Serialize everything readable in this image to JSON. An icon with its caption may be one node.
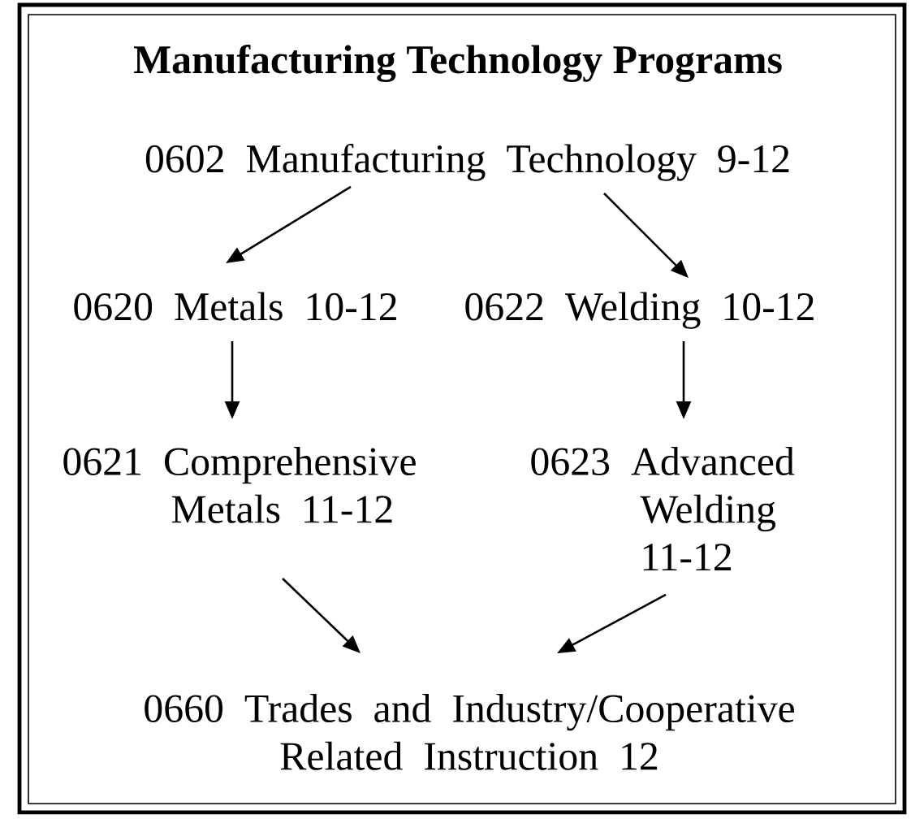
{
  "diagram": {
    "title": "Manufacturing Technology Programs",
    "nodes": [
      {
        "text": [
          "0602 Manufacturing Technology 9-12"
        ]
      },
      {
        "text": [
          "0620 Metals 10-12"
        ]
      },
      {
        "text": [
          "0622 Welding 10-12"
        ]
      },
      {
        "text": [
          "0621 Comprehensive Metals 11-12"
        ]
      },
      {
        "text": [
          "0623 Advanced Welding 11-12"
        ]
      },
      {
        "text": [
          "0660 Trades and Industry/Cooperative Related Instruction 12"
        ]
      }
    ],
    "edges": [
      {
        "from": 0,
        "to": 1,
        "arrow": "to"
      },
      {
        "from": 0,
        "to": 2,
        "arrow": "to"
      },
      {
        "from": 1,
        "to": 3,
        "arrow": "to"
      },
      {
        "from": 2,
        "to": 4,
        "arrow": "to"
      },
      {
        "from": 3,
        "to": 5,
        "arrow": "to"
      },
      {
        "from": 4,
        "to": 5,
        "arrow": "to"
      }
    ]
  }
}
